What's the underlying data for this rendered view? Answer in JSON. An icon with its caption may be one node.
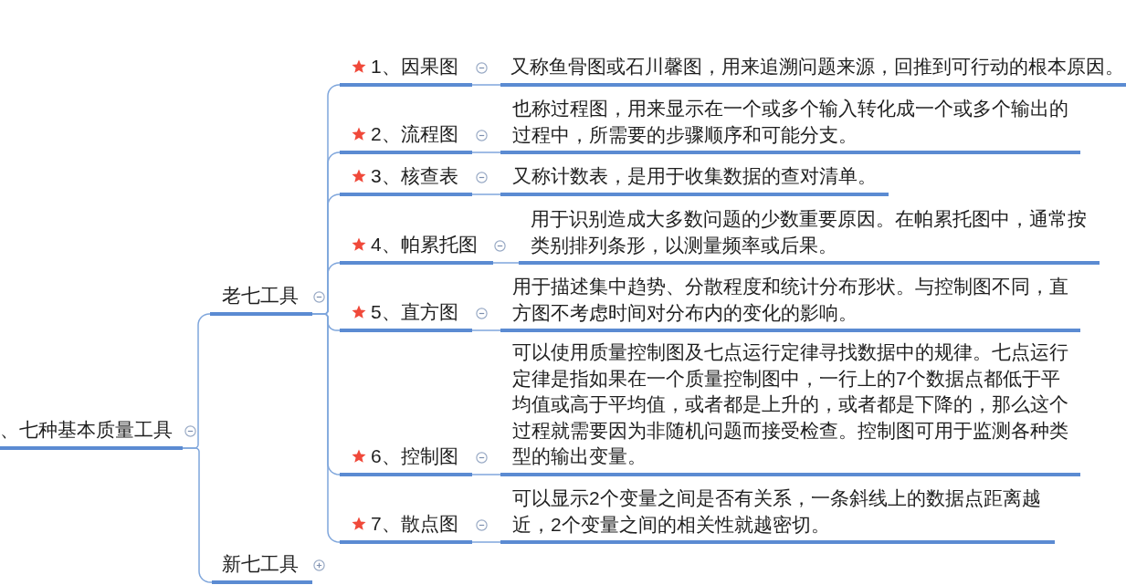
{
  "diagram": {
    "nodes": [
      {
        "text": [
          "、七种基本质量工具"
        ]
      },
      {
        "text": [
          "老七工具"
        ]
      },
      {
        "text": [
          "1、因果图"
        ]
      },
      {
        "text": [
          "又称鱼骨图或石川馨图，用来追溯问题来源，回推到可行动的根本原因。"
        ]
      },
      {
        "text": [
          "2、流程图"
        ]
      },
      {
        "text": [
          "也称过程图，用来显示在一个或多个输入转化成一个或多个输出的过程中，所需要的步骤顺序和可能分支。"
        ]
      },
      {
        "text": [
          "3、核查表"
        ]
      },
      {
        "text": [
          "又称计数表，是用于收集数据的查对清单。"
        ]
      },
      {
        "text": [
          "4、帕累托图"
        ]
      },
      {
        "text": [
          "用于识别造成大多数问题的少数重要原因。在帕累托图中，通常按类别排列条形，以测量频率或后果。"
        ]
      },
      {
        "text": [
          "5、直方图"
        ]
      },
      {
        "text": [
          "用于描述集中趋势、分散程度和统计分布形状。与控制图不同，直方图不考虑时间对分布内的变化的影响。"
        ]
      },
      {
        "text": [
          "6、控制图"
        ]
      },
      {
        "text": [
          "可以使用质量控制图及七点运行定律寻找数据中的规律。七点运行定律是指如果在一个质量控制图中，一行上的7个数据点都低于平均值或高于平均值，或者都是上升的，或者都是下降的，那么这个过程就需要因为非随机问题而接受检查。控制图可用于监测各种类型的输出变量。"
        ]
      },
      {
        "text": [
          "7、散点图"
        ]
      },
      {
        "text": [
          "可以显示2个变量之间是否有关系，一条斜线上的数据点距离越近，2个变量之间的相关性就越密切。"
        ]
      },
      {
        "text": [
          "新七工具"
        ]
      }
    ],
    "edges": [
      {
        "from": 0,
        "to": 1,
        "arrow": "none"
      },
      {
        "from": 1,
        "to": 2,
        "arrow": "none"
      },
      {
        "from": 2,
        "to": 3,
        "arrow": "none"
      },
      {
        "from": 1,
        "to": 4,
        "arrow": "none"
      },
      {
        "from": 4,
        "to": 5,
        "arrow": "none"
      },
      {
        "from": 1,
        "to": 6,
        "arrow": "none"
      },
      {
        "from": 6,
        "to": 7,
        "arrow": "none"
      },
      {
        "from": 1,
        "to": 8,
        "arrow": "none"
      },
      {
        "from": 8,
        "to": 9,
        "arrow": "none"
      },
      {
        "from": 1,
        "to": 10,
        "arrow": "none"
      },
      {
        "from": 10,
        "to": 11,
        "arrow": "none"
      },
      {
        "from": 1,
        "to": 12,
        "arrow": "none"
      },
      {
        "from": 12,
        "to": 13,
        "arrow": "none"
      },
      {
        "from": 1,
        "to": 14,
        "arrow": "none"
      },
      {
        "from": 14,
        "to": 15,
        "arrow": "none"
      },
      {
        "from": 0,
        "to": 16,
        "arrow": "none"
      }
    ]
  }
}
